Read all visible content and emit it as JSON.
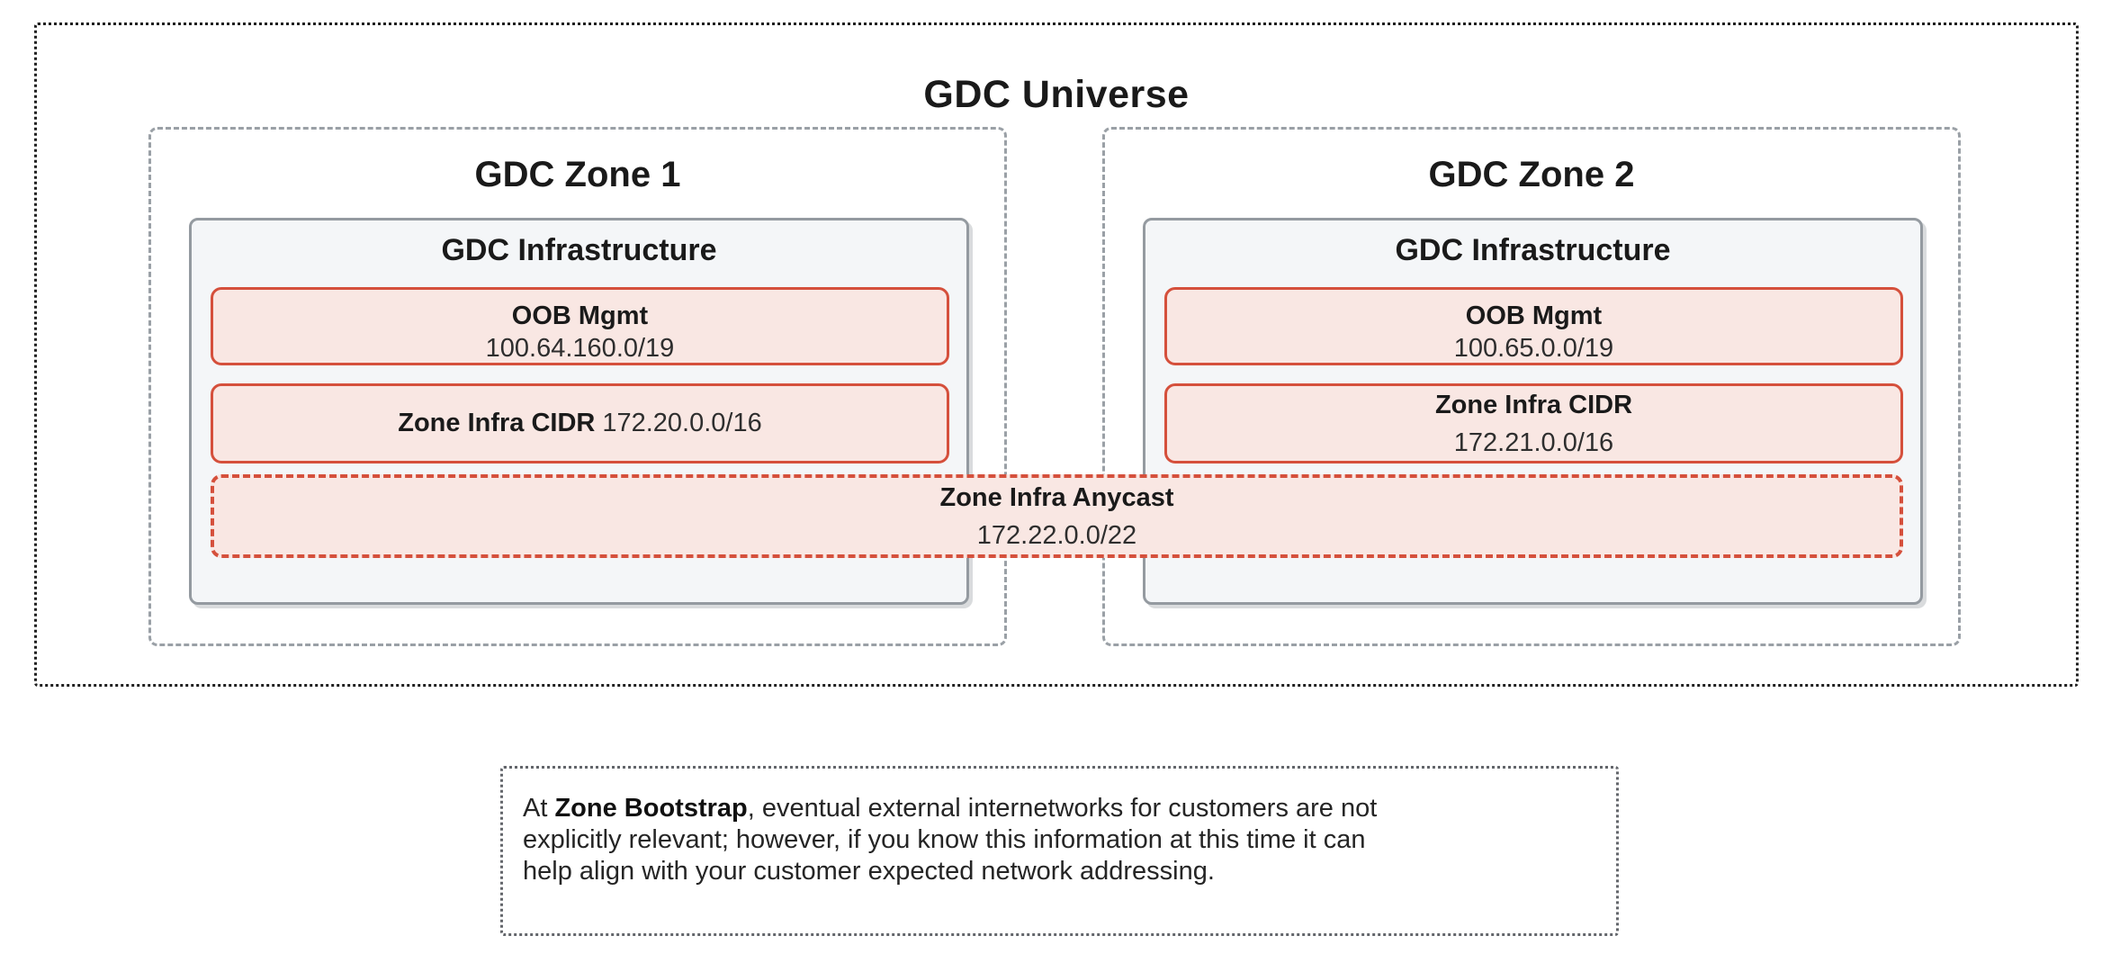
{
  "universe": {
    "title": "GDC Universe"
  },
  "zone1": {
    "title": "GDC Zone 1",
    "infra_title": "GDC Infrastructure",
    "oob_label": "OOB Mgmt",
    "oob_cidr": "100.64.160.0/19",
    "infra_cidr_label": "Zone Infra CIDR",
    "infra_cidr_value": "172.20.0.0/16"
  },
  "zone2": {
    "title": "GDC Zone 2",
    "infra_title": "GDC Infrastructure",
    "oob_label": "OOB Mgmt",
    "oob_cidr": "100.65.0.0/19",
    "infra_cidr_label": "Zone Infra CIDR",
    "infra_cidr_value": "172.21.0.0/16"
  },
  "anycast": {
    "label": "Zone Infra Anycast",
    "cidr": "172.22.0.0/22"
  },
  "note": {
    "line1_prefix": "At ",
    "line1_bold": "Zone Bootstrap",
    "line1_rest": ", eventual external internetworks for customers are not",
    "line2": "explicitly relevant; however, if you know this information at this time it can",
    "line3": "help align with your customer expected network addressing."
  },
  "colors": {
    "accent_border": "#D5503C",
    "accent_fill": "#F9E7E3",
    "container_border": "#9AA0A6",
    "container_fill": "#F4F6F8",
    "universe_border": "#1F1F1F",
    "note_border": "#63666B",
    "text": "#1A1A1A"
  }
}
